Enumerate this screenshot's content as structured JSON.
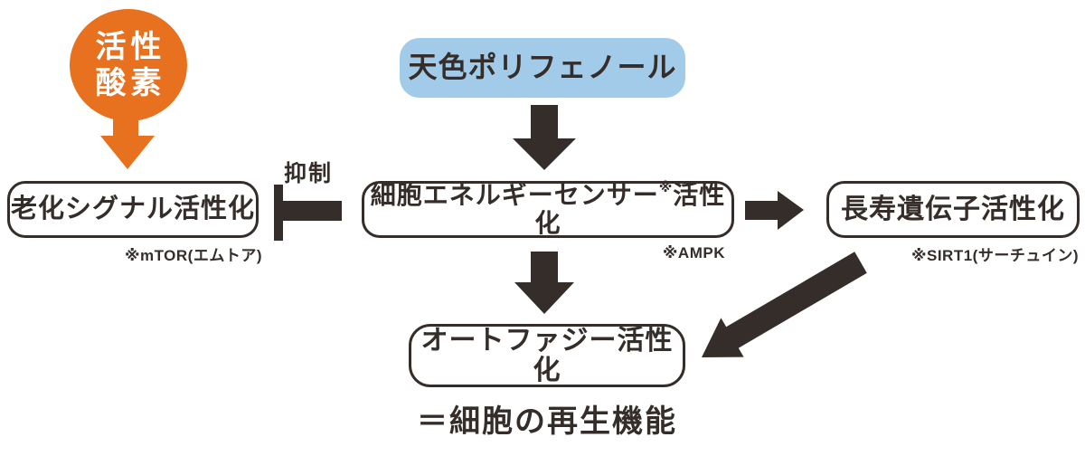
{
  "nodes": {
    "reactive_oxygen": {
      "line1": "活性",
      "line2": "酸素"
    },
    "polyphenol": {
      "label": "天色ポリフェノール"
    },
    "aging_signal": {
      "label": "老化シグナル活性化",
      "note": "※mTOR(エムトア)"
    },
    "energy_sensor": {
      "label_main": "細胞エネルギーセンサー",
      "label_sup": "※",
      "label_tail": "活性化",
      "note": "※AMPK"
    },
    "longevity_gene": {
      "label": "長寿遺伝子活性化",
      "note": "※SIRT1(サーチュイン)"
    },
    "autophagy": {
      "label": "オートファジー活性化"
    },
    "equation": {
      "label": "＝細胞の再生機能"
    }
  },
  "edges": {
    "inhibition_label": "抑制"
  },
  "colors": {
    "ink": "#352d2a",
    "orange": "#e7711e",
    "light_blue": "#a2cbea",
    "white": "#ffffff"
  }
}
